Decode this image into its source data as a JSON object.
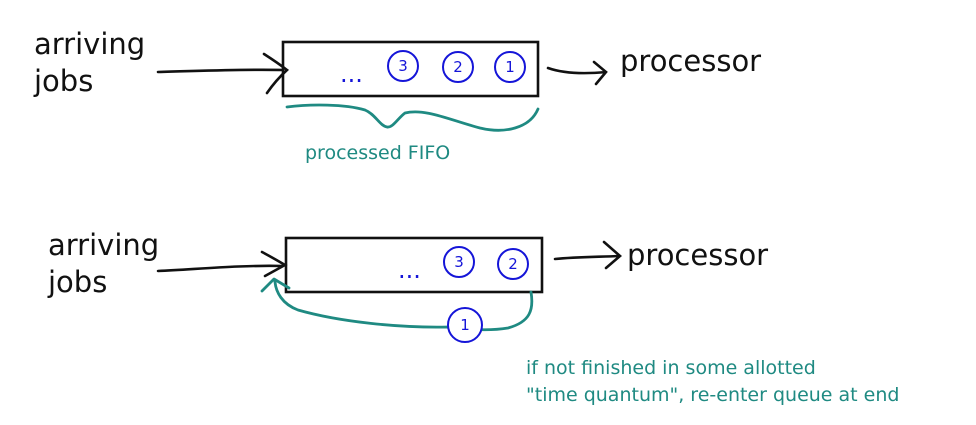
{
  "colors": {
    "ink": "#111111",
    "blue": "#1515d8",
    "teal": "#1f8a82"
  },
  "top": {
    "arriving_line1": "arriving",
    "arriving_line2": "jobs",
    "processor": "processor",
    "ellipsis": "...",
    "jobs": [
      "3",
      "2",
      "1"
    ],
    "caption": "processed FIFO"
  },
  "bottom": {
    "arriving_line1": "arriving",
    "arriving_line2": "jobs",
    "processor": "processor",
    "ellipsis": "...",
    "jobs": [
      "3",
      "2"
    ],
    "reentering_job": "1",
    "note_line1": "if not finished in some allotted",
    "note_line2": "\"time quantum\", re-enter queue at end"
  }
}
